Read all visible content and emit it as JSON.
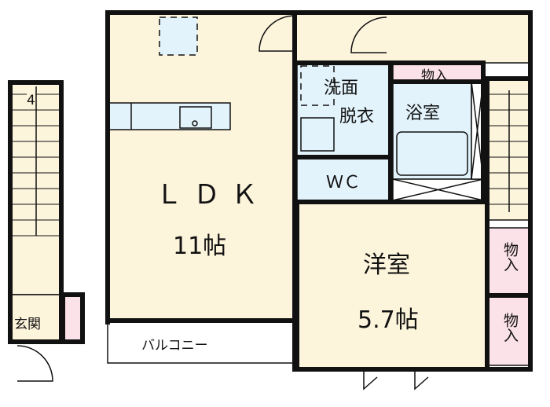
{
  "rooms": {
    "ldk": {
      "name": "ＬＤＫ",
      "size": "11帖"
    },
    "western": {
      "name": "洋室",
      "size": "5.7帖"
    },
    "washroom": {
      "line1": "洗面",
      "line2": "脱衣"
    },
    "bath": "浴室",
    "wc": "ＷＣ",
    "storage_top": "物入",
    "storage_right_1": "物入",
    "storage_right_2": "物入",
    "balcony": "バルコニー",
    "entrance": "玄関",
    "stair_number": "4"
  },
  "colors": {
    "floor": "#fdf4dc",
    "wet": "#e2f3fb",
    "storage": "#fbe1e8",
    "wall": "#111111"
  }
}
